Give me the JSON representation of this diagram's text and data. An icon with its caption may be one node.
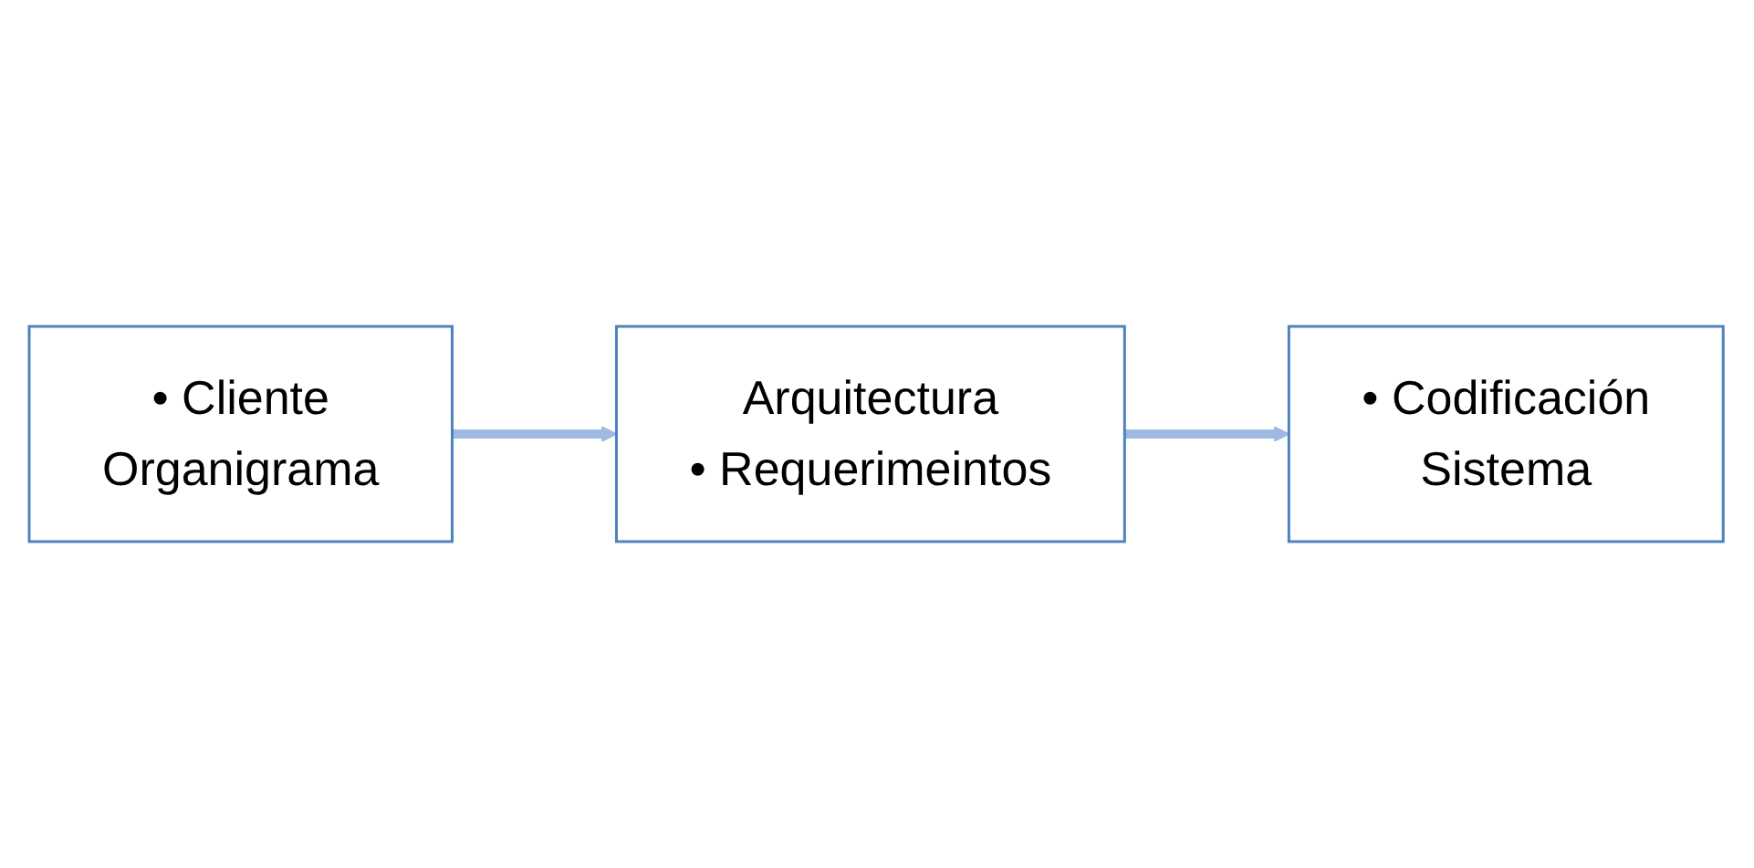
{
  "diagram": {
    "nodes": [
      {
        "text": [
          "• Cliente",
          "Organigrama"
        ]
      },
      {
        "text": [
          "Arquitectura",
          "• Requerimeintos"
        ]
      },
      {
        "text": [
          "• Codificación",
          "Sistema"
        ]
      }
    ],
    "edges": [
      {
        "from": 0,
        "to": 1,
        "arrow": "to"
      },
      {
        "from": 1,
        "to": 2,
        "arrow": "to"
      }
    ]
  }
}
